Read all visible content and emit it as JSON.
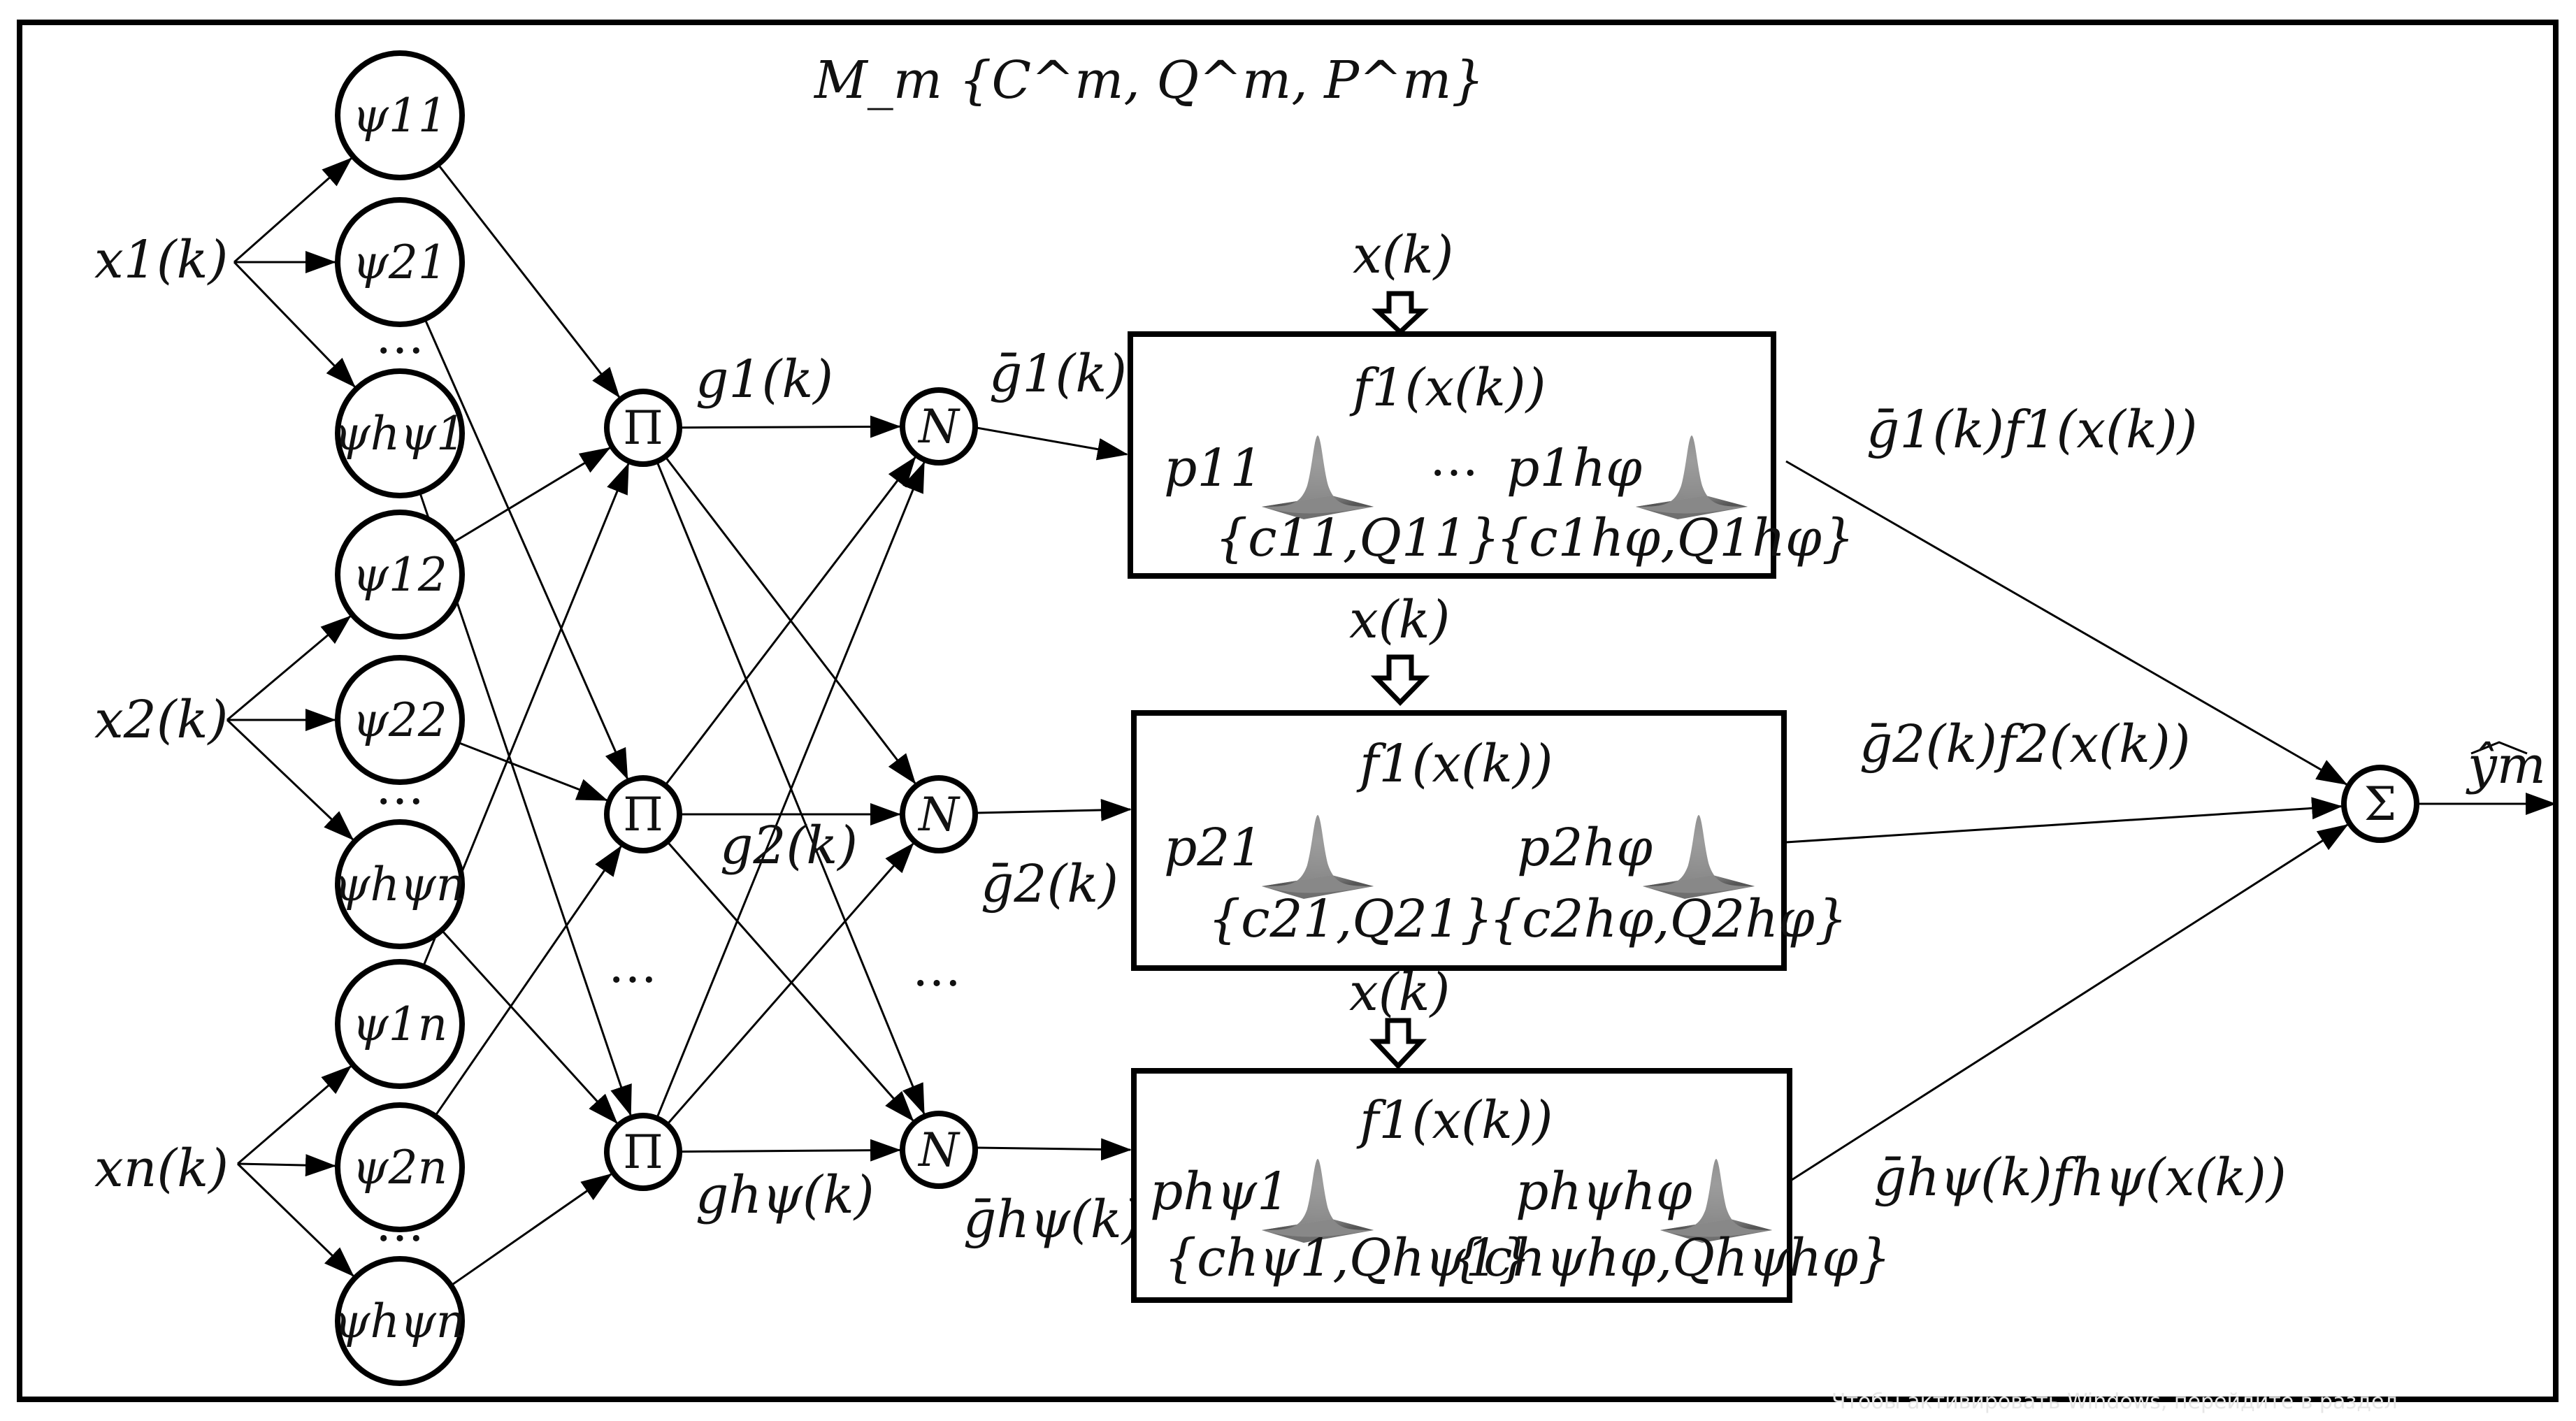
{
  "title": "M_m {C^m, Q^m, P^m}",
  "inputs": [
    "x1(k)",
    "x2(k)",
    "xn(k)"
  ],
  "membership_nodes": [
    "ψ11",
    "ψ21",
    "ψhψ1",
    "ψ12",
    "ψ22",
    "ψhψn",
    "ψ1n",
    "ψ2n",
    "ψhψn"
  ],
  "product_nodes": [
    "Π",
    "Π",
    "Π"
  ],
  "product_outputs": [
    "g1(k)",
    "g2(k)",
    "ghψ(k)"
  ],
  "norm_nodes": [
    "N",
    "N",
    "N"
  ],
  "norm_outputs": [
    "ḡ1(k)",
    "ḡ2(k)",
    "ḡhψ(k)"
  ],
  "box_input": "x(k)",
  "boxes": [
    {
      "func": "f1(x(k))",
      "p_first": "p11",
      "p_last": "p1hφ",
      "set_first": "{c11,Q11}",
      "set_last": "{c1hφ,Q1hφ}"
    },
    {
      "func": "f1(x(k))",
      "p_first": "p21",
      "p_last": "p2hφ",
      "set_first": "{c21,Q21}",
      "set_last": "{c2hφ,Q2hφ}"
    },
    {
      "func": "f1(x(k))",
      "p_first": "phψ1",
      "p_last": "phψhφ",
      "set_first": "{chψ1,Qhψ1}",
      "set_last": "{chψhφ,Qhψhφ}"
    }
  ],
  "box_outputs": [
    "ḡ1(k)f1(x(k))",
    "ḡ2(k)f2(x(k))",
    "ḡhψ(k)fhψ(x(k))"
  ],
  "sum_node": "Σ",
  "output": "ŷm",
  "ellipsis": "…",
  "watermark": "Чтобы активировать Windows, перейдите в раздел"
}
